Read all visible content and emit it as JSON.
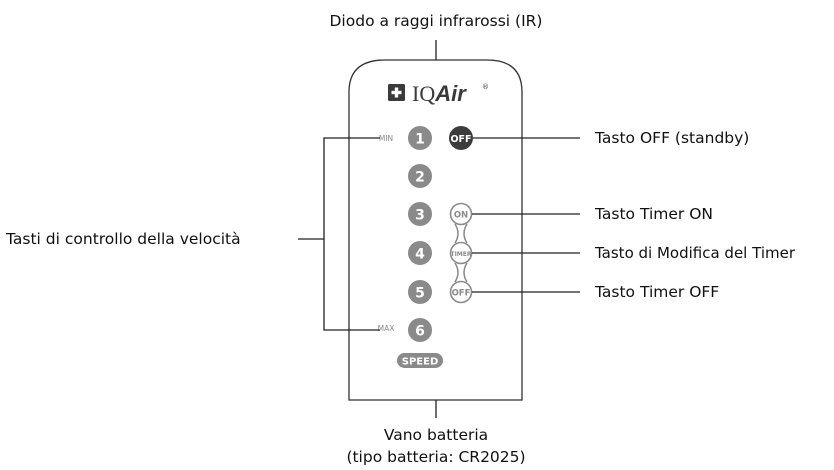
{
  "brand": {
    "logo_text": "IQAir",
    "logo_letters_plain": "IQ",
    "logo_letters_italic": "Air",
    "registered": "®"
  },
  "remote": {
    "min_label": "MIN",
    "max_label": "MAX",
    "speed_label": "SPEED",
    "speed_buttons": [
      "1",
      "2",
      "3",
      "4",
      "5",
      "6"
    ],
    "off_button": "OFF",
    "timer_on_button": "ON",
    "timer_button": "TIMER",
    "timer_off_button": "OFF"
  },
  "callouts": {
    "ir_diode": "Diodo a raggi infrarossi (IR)",
    "off_key": "Tasto OFF (standby)",
    "timer_on_key": "Tasto Timer ON",
    "timer_edit_key": "Tasto di Modifica del Timer",
    "timer_off_key": "Tasto Timer OFF",
    "speed_keys": "Tasti di controllo della velocità",
    "battery_line1": "Vano batteria",
    "battery_line2": "(tipo batteria: CR2025)"
  },
  "colors": {
    "button_gray": "#8a8a8a",
    "off_dark": "#3c3c3c",
    "outline": "#333333",
    "line": "#222222"
  }
}
